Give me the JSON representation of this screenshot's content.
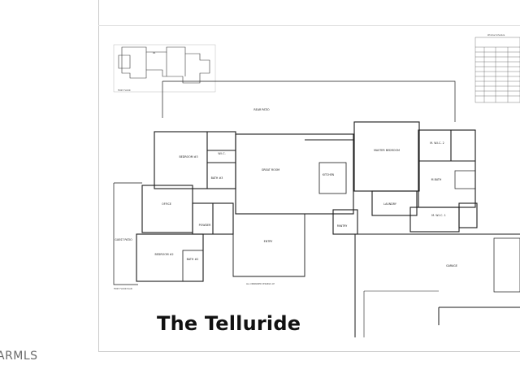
{
  "title": "The Telluride",
  "watermark": "ARMLS",
  "rooms": {
    "rear_patio": "REAR PATIO",
    "bedroom_3": "BEDROOM #3",
    "wic": "W.I.C.",
    "bath_3": "BATH #3",
    "great_room": "GREAT ROOM",
    "kitchen": "KITCHEN",
    "master_bedroom": "MASTER BEDROOM",
    "mwic_2": "M. W.I.C. 2",
    "mbath": "M.BATH",
    "office": "OFFICE",
    "guest_patio": "GUEST PATIO",
    "bedroom_2": "BEDROOM #2",
    "bath_2": "BATH #2",
    "entry": "ENTRY",
    "powder": "POWDER",
    "pantry": "PANTRY",
    "laundry": "LAUNDRY",
    "mwic_1": "M. W.I.C. 1",
    "garage": "GARAGE"
  },
  "floor_plan_caption": "FIRST FLOOR PLAN",
  "ceiling_note": "ALL UNMARKED CEILINGS 10'",
  "key_plan_label": "FIRST FLOOR",
  "schedule_title": "Window Schedule"
}
